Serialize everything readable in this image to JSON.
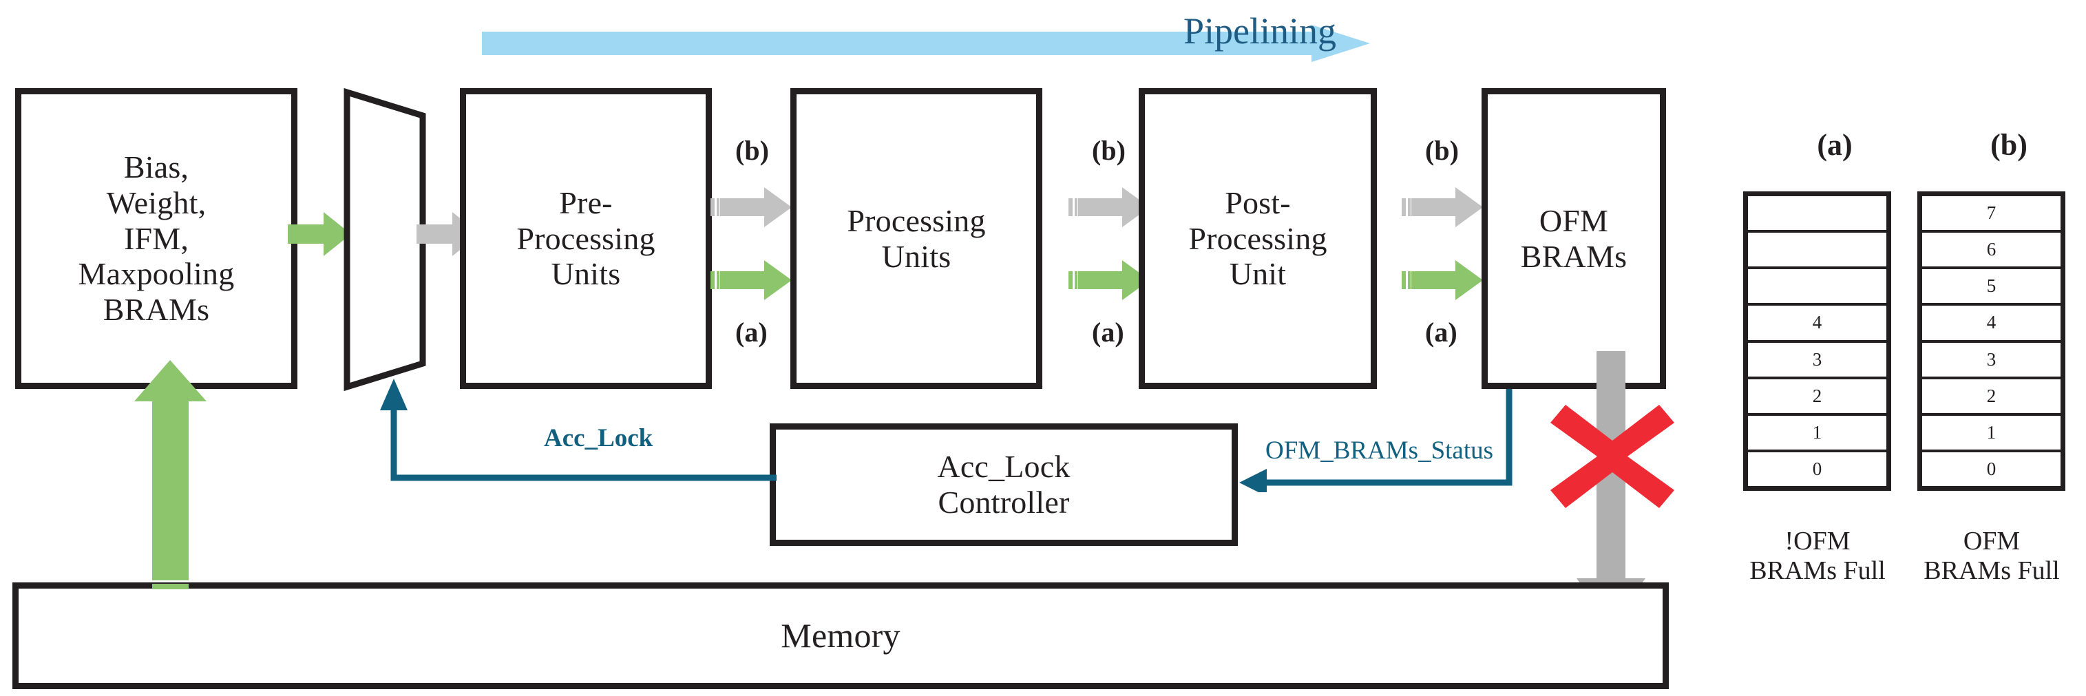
{
  "diagram": {
    "title_banner": "Pipelining",
    "blocks": {
      "bram_inputs": "Bias,\nWeight,\nIFM,\nMaxpooling\nBRAMs",
      "bram_inputs_lines": [
        "Bias,",
        "Weight,",
        "IFM,",
        "Maxpooling",
        "BRAMs"
      ],
      "mux": "",
      "pre_processing": [
        "Pre-",
        "Processing",
        "Units"
      ],
      "processing": [
        "Processing",
        "Units"
      ],
      "post_processing": [
        "Post-",
        "Processing",
        "Unit"
      ],
      "ofm_brams": [
        "OFM",
        "BRAMs"
      ],
      "acc_lock_controller": [
        "Acc_Lock",
        "Controller"
      ],
      "memory": "Memory"
    },
    "stage_tags": {
      "a": "(a)",
      "b": "(b)"
    },
    "signals": {
      "acc_lock": "Acc_Lock",
      "ofm_brams_status": "OFM_BRAMs_Status"
    },
    "colors": {
      "pipeline_fill": "#9ed8f2",
      "pipeline_text": "#1f5c84",
      "green_arrow": "#8cc56b",
      "gray_arrow": "#c2c2c2",
      "signal_teal": "#11607f",
      "red_cross": "#ee2b34",
      "outline": "#231f20"
    }
  },
  "tables": [
    {
      "header": "(a)",
      "caption_lines": [
        "!OFM",
        "BRAMs Full"
      ],
      "cells": [
        "",
        "",
        "",
        "4",
        "3",
        "2",
        "1",
        "0"
      ]
    },
    {
      "header": "(b)",
      "caption_lines": [
        "OFM",
        "BRAMs Full"
      ],
      "cells": [
        "7",
        "6",
        "5",
        "4",
        "3",
        "2",
        "1",
        "0"
      ]
    }
  ]
}
